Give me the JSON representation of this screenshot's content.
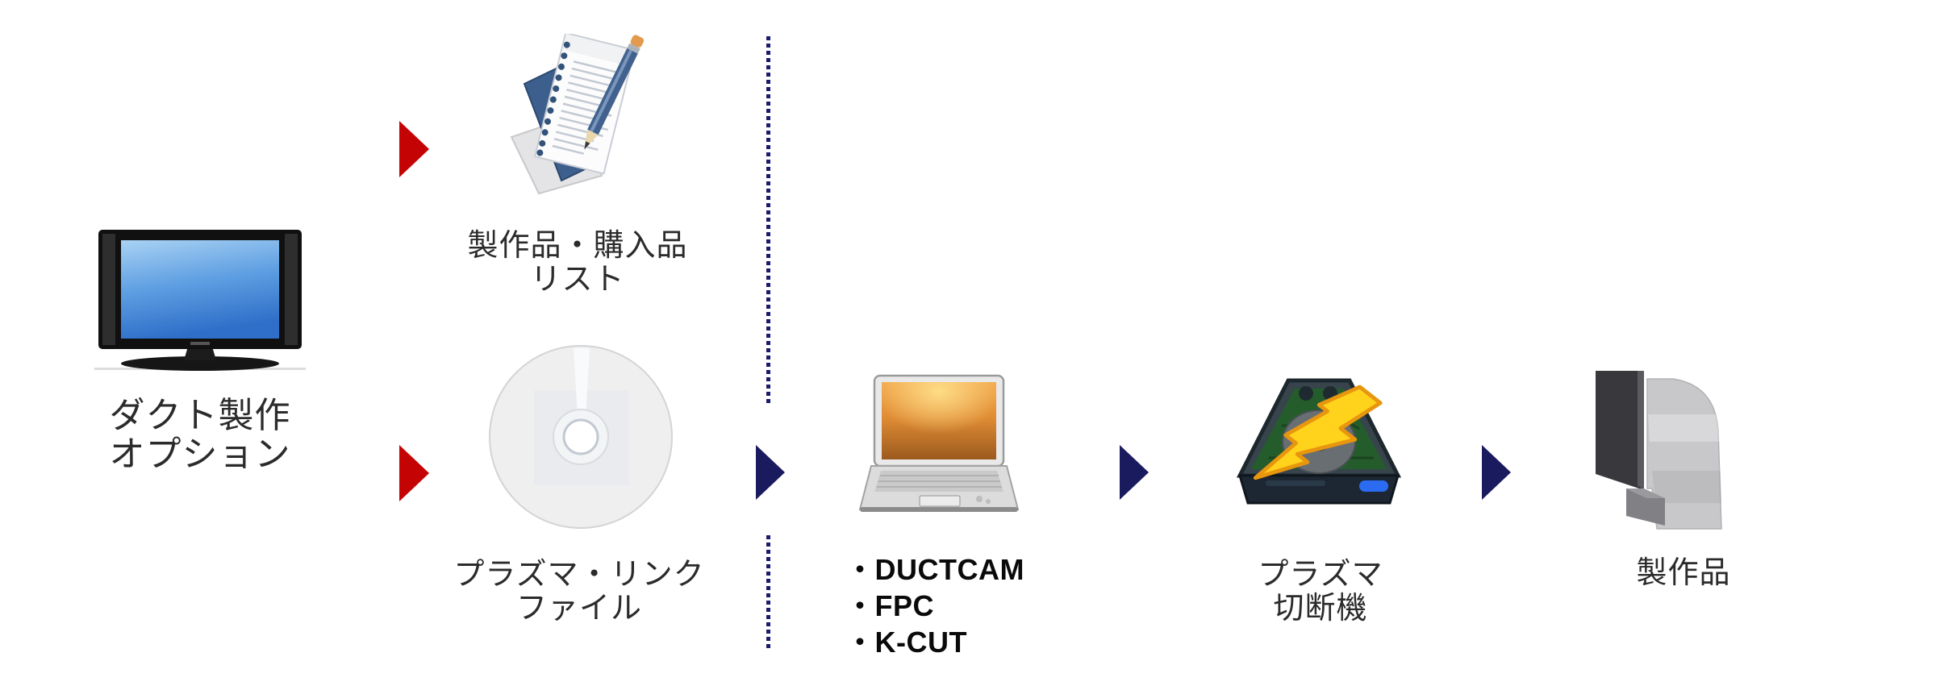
{
  "colors": {
    "red_arrow": "#c40404",
    "navy_arrow": "#1a1a5f",
    "dotted_line": "#1a1a6e"
  },
  "nodes": {
    "duct_option": {
      "line1": "ダクト製作",
      "line2": "オプション"
    },
    "parts_list": {
      "line1": "製作品・購入品",
      "line2": "リスト"
    },
    "plasma_link_file": {
      "line1": "プラズマ・リンク",
      "line2": "ファイル"
    },
    "software": {
      "items": [
        "・DUCTCAM",
        "・FPC",
        "・K-CUT"
      ]
    },
    "plasma_cutter": {
      "line1": "プラズマ",
      "line2": "切断機"
    },
    "product": {
      "line1": "製作品"
    }
  },
  "icons": {
    "monitor": "tv-monitor-icon",
    "documents": "notepad-pencil-icon",
    "disc": "cd-disc-icon",
    "laptop": "laptop-icon",
    "cutter": "plasma-cutter-icon",
    "product": "duct-product-icon"
  }
}
